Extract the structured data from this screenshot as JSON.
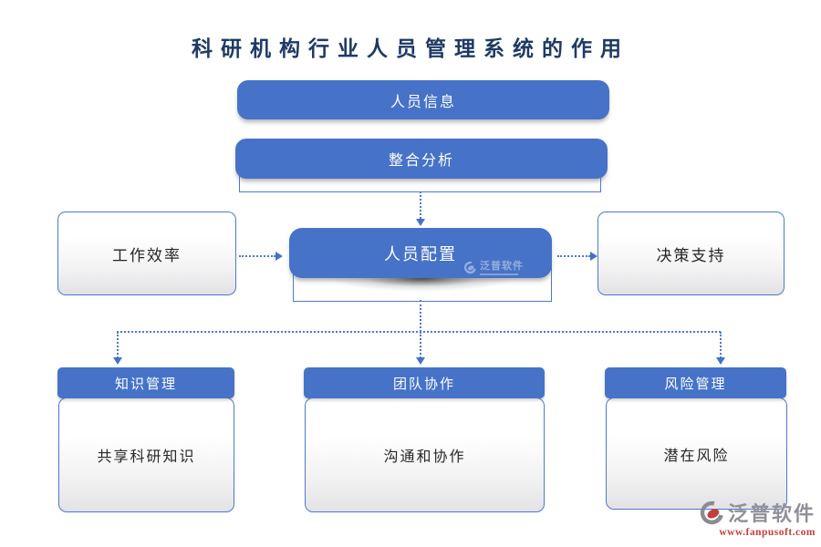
{
  "title": "科研机构行业人员管理系统的作用",
  "flow": {
    "info_box": "人员信息",
    "analysis_box": "整合分析",
    "left_box": "工作效率",
    "center_box": "人员配置",
    "right_box": "决策支持"
  },
  "cards": [
    {
      "header": "知识管理",
      "body": "共享科研知识"
    },
    {
      "header": "团队协作",
      "body": "沟通和协作"
    },
    {
      "header": "风险管理",
      "body": "潜在风险"
    }
  ],
  "watermark": {
    "text": "泛普软件"
  },
  "logo": {
    "brand": "泛普软件",
    "url": "www.fanpusoft.com"
  },
  "colors": {
    "node_fill": "#4673c8",
    "node_border": "#4b79cf",
    "title_text": "#1e3a66",
    "connector": "#4472c4",
    "logo_gray": "#928f99",
    "logo_red": "#c4403e"
  }
}
